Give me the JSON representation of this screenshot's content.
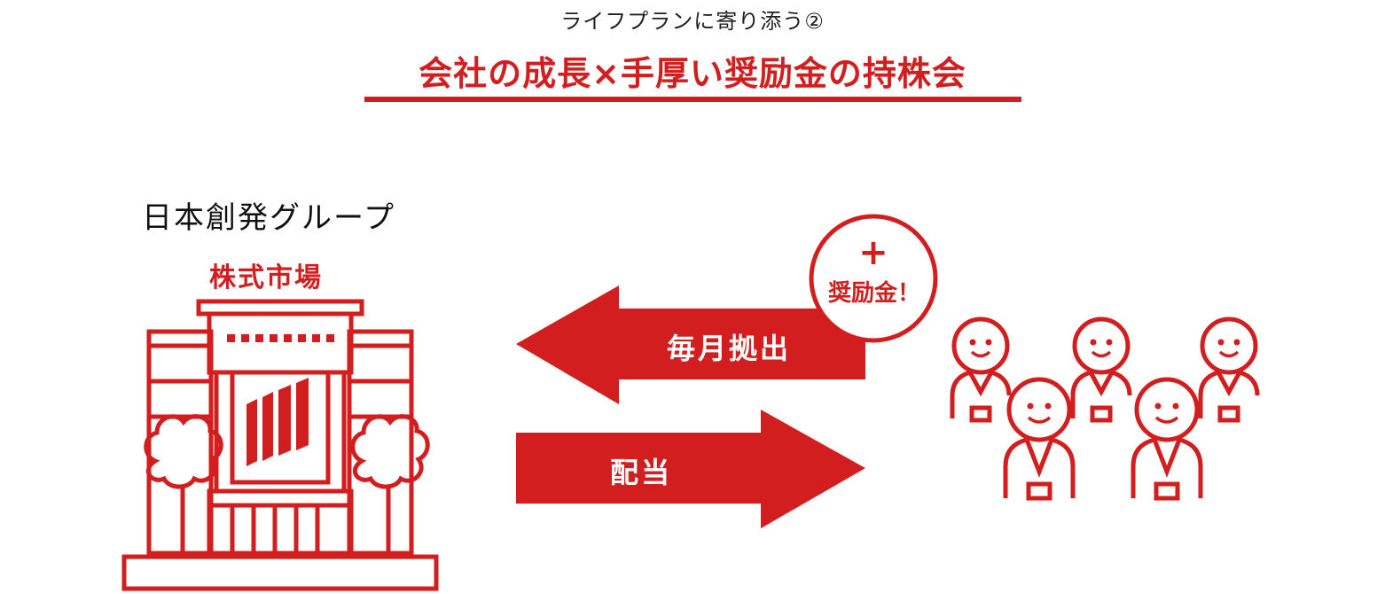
{
  "header": {
    "subtitle": "ライフプランに寄り添う②",
    "title": "会社の成長×手厚い奨励金の持株会"
  },
  "company": {
    "name": "日本創発グループ",
    "market_label": "株式市場"
  },
  "flows": {
    "contribution_label": "毎月拠出",
    "dividend_label": "配当"
  },
  "bonus": {
    "plus": "+",
    "label": "奨励金！"
  },
  "colors": {
    "accent": "#d21e1e",
    "text": "#222222",
    "background": "#ffffff"
  }
}
